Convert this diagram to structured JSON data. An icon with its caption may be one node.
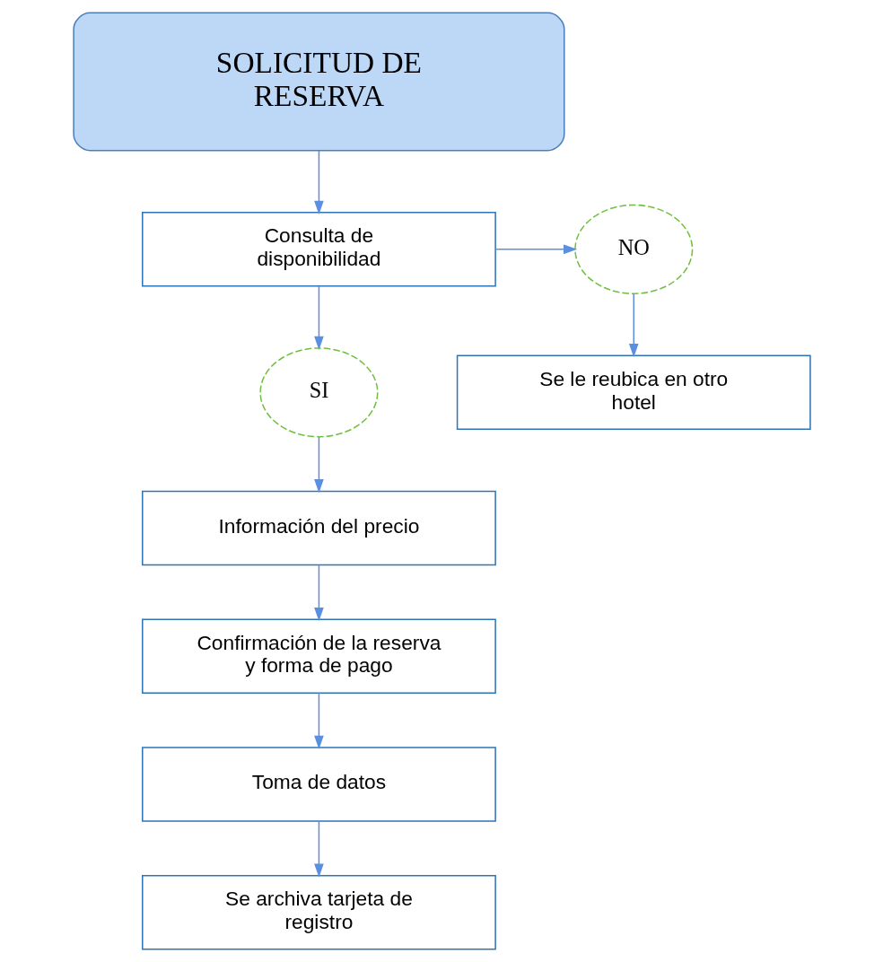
{
  "diagram": {
    "nodes": [
      {
        "text": [
          "SOLICITUD DE RESERVA"
        ]
      },
      {
        "text": [
          "Consulta de disponibilidad"
        ]
      },
      {
        "text": [
          "NO"
        ]
      },
      {
        "text": [
          "Se le reubica en otro hotel"
        ]
      },
      {
        "text": [
          "SI"
        ]
      },
      {
        "text": [
          "Información del precio"
        ]
      },
      {
        "text": [
          "Confirmación de la reserva y forma de pago"
        ]
      },
      {
        "text": [
          "Toma de datos"
        ]
      },
      {
        "text": [
          "Se archiva tarjeta de registro"
        ]
      }
    ],
    "edges": [
      {
        "from": 0,
        "to": 1,
        "arrow": "to"
      },
      {
        "from": 1,
        "to": 2,
        "arrow": "to"
      },
      {
        "from": 2,
        "to": 3,
        "arrow": "to"
      },
      {
        "from": 1,
        "to": 4,
        "arrow": "to"
      },
      {
        "from": 4,
        "to": 5,
        "arrow": "to"
      },
      {
        "from": 5,
        "to": 6,
        "arrow": "to"
      },
      {
        "from": 6,
        "to": 7,
        "arrow": "to"
      },
      {
        "from": 7,
        "to": 8,
        "arrow": "to"
      }
    ]
  }
}
